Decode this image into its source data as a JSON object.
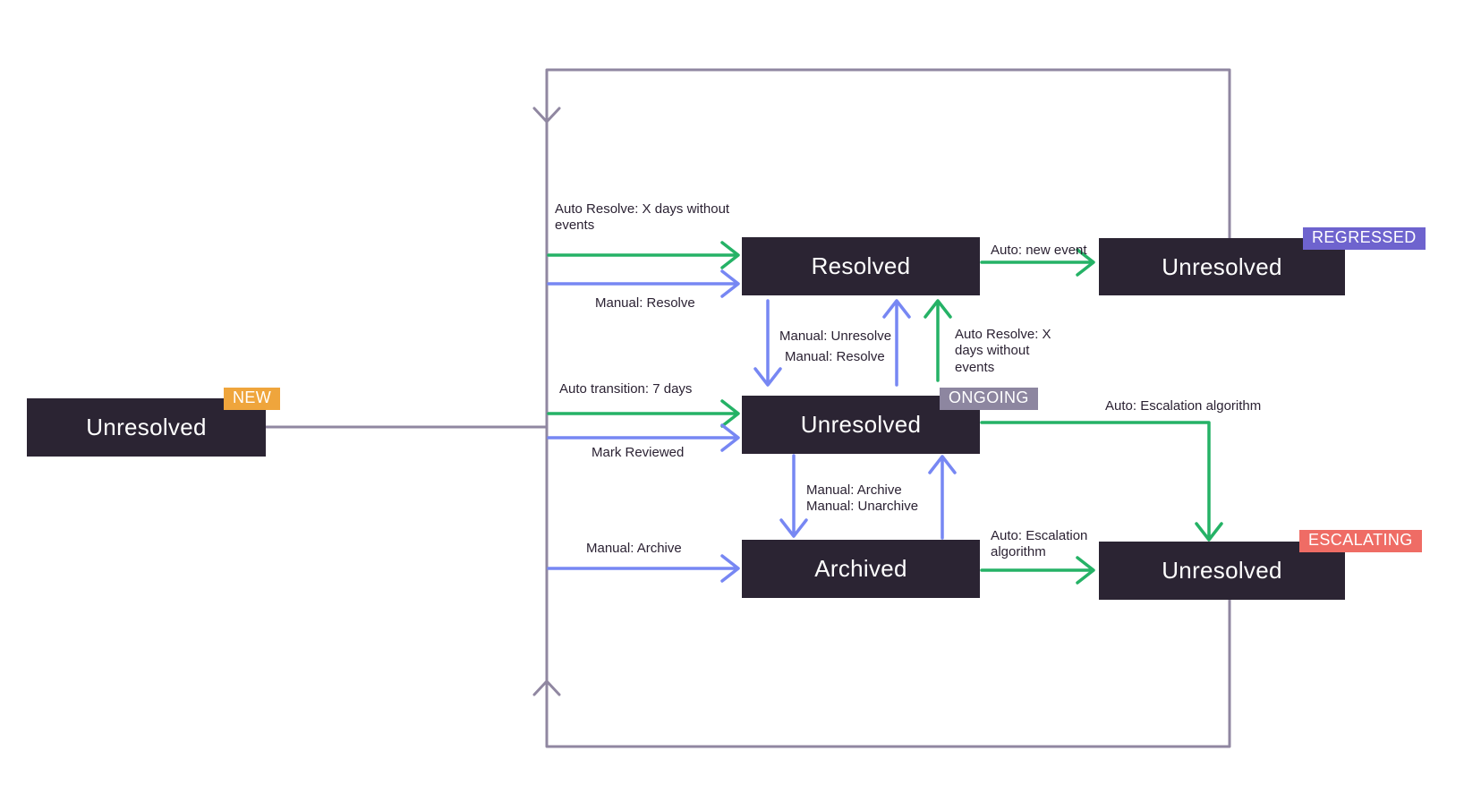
{
  "diagram": {
    "background": "#FFFFFF",
    "colors": {
      "node_bg": "#2B2433",
      "node_text": "#FFFFFF",
      "label_text": "#2B2233",
      "auto_edge": "#25B266",
      "manual_edge": "#7787F3",
      "loop_edge": "#9087A1",
      "badge_new": "#EFA53C",
      "badge_regressed": "#6E63CE",
      "badge_ongoing": "#8D86A0",
      "badge_escalating": "#EF6C65"
    },
    "nodes": {
      "new": {
        "label": "Unresolved",
        "badge": "NEW"
      },
      "resolved": {
        "label": "Resolved"
      },
      "regressed": {
        "label": "Unresolved",
        "badge": "REGRESSED"
      },
      "ongoing": {
        "label": "Unresolved",
        "badge": "ONGOING"
      },
      "archived": {
        "label": "Archived"
      },
      "escalating": {
        "label": "Unresolved",
        "badge": "ESCALATING"
      }
    },
    "edge_labels": {
      "auto_resolve_new": "Auto Resolve: X days without events",
      "manual_resolve_new": "Manual: Resolve",
      "auto_new_event": "Auto: new event",
      "manual_unresolve": "Manual: Unresolve",
      "manual_resolve_ongoing": "Manual: Resolve",
      "auto_resolve_ongoing": "Auto Resolve: X days without events",
      "auto_transition": "Auto transition: 7 days",
      "mark_reviewed": "Mark Reviewed",
      "auto_escalation_ongoing": "Auto: Escalation algorithm",
      "manual_archive_ongoing": "Manual: Archive",
      "manual_unarchive": "Manual: Unarchive",
      "manual_archive_new": "Manual: Archive",
      "auto_escalation_archived": "Auto: Escalation algorithm"
    }
  }
}
